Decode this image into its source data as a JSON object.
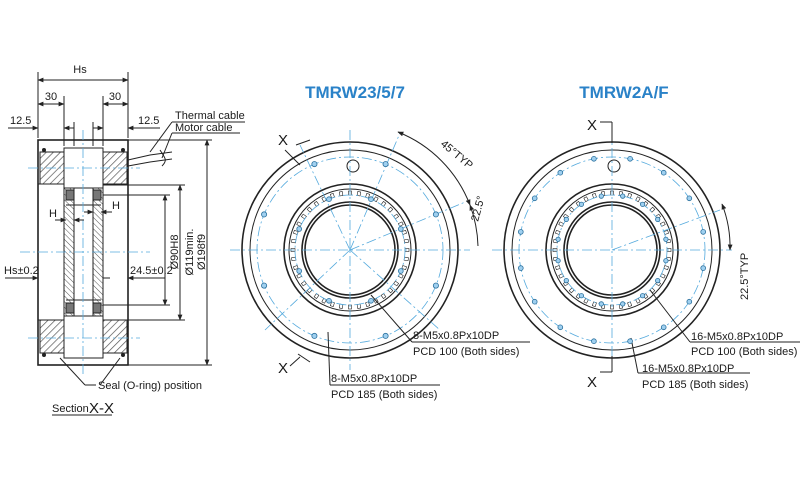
{
  "colors": {
    "title": "#2a82c8",
    "line": "#222222",
    "center_line": "#55aadd",
    "hatch": "#555555"
  },
  "section_view": {
    "dims": {
      "hs": "Hs",
      "left_30": "30",
      "right_30": "30",
      "left_12_5": "12.5",
      "right_12_5": "12.5",
      "h_left": "H",
      "h_right": "H",
      "hs_tol": "Hs±0.2",
      "dim_24_5": "24.5±0.2",
      "d90": "Ø90H8",
      "d119": "Ø119min.",
      "d198": "Ø198f9"
    },
    "thermal_cable": "Thermal cable",
    "motor_cable": "Motor cable",
    "seal_label": "Seal (O-ring) position",
    "section_prefix": "Section",
    "section_name": "X-X"
  },
  "views": [
    {
      "title": "TMRW23/5/7",
      "x_top": "X",
      "x_bottom": "X",
      "angle_top": "45°TYP",
      "angle_side": "22.5°",
      "callout_inner_1": "8-M5x0.8Px10DP",
      "callout_inner_2": "PCD 100 (Both sides)",
      "callout_outer_1": "8-M5x0.8Px10DP",
      "callout_outer_2": "PCD 185 (Both sides)"
    },
    {
      "title": "TMRW2A/F",
      "x_top": "X",
      "x_bottom": "X",
      "angle_side": "22.5°TYP",
      "callout_inner_1": "16-M5x0.8Px10DP",
      "callout_inner_2": "PCD 100 (Both sides)",
      "callout_outer_1": "16-M5x0.8Px10DP",
      "callout_outer_2": "PCD 185 (Both sides)"
    }
  ]
}
